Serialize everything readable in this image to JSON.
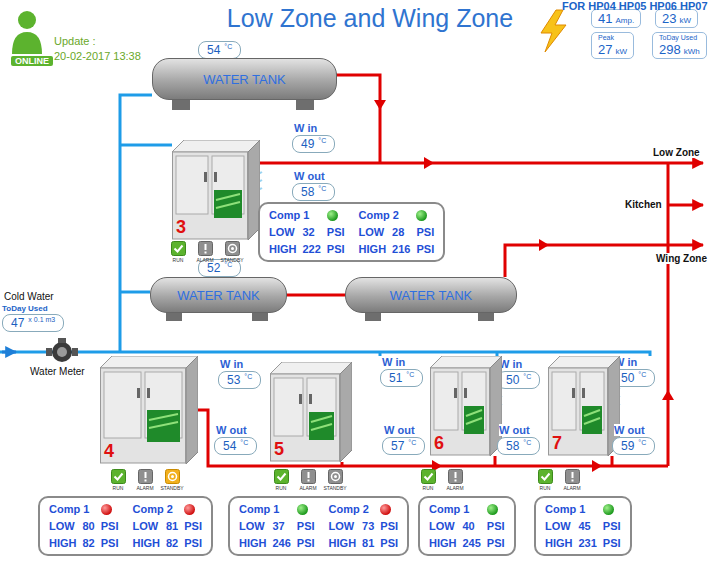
{
  "diagram": {
    "title": "Low Zone and Wing Zone",
    "nodes": [
      {
        "text": [
          "41",
          "Amp."
        ]
      },
      {
        "text": [
          "23",
          "kW"
        ]
      },
      {
        "text": [
          "Peak",
          "27",
          "kW"
        ]
      },
      {
        "text": [
          "ToDay Used",
          "298",
          "kWh"
        ]
      },
      {
        "text": [
          "54",
          "°C"
        ]
      },
      {
        "text": [
          "WATER TANK"
        ]
      },
      {
        "text": [
          "W in",
          "49",
          "°C"
        ]
      },
      {
        "text": [
          "3"
        ]
      },
      {
        "text": [
          "W out",
          "58",
          "°C"
        ]
      },
      {
        "text": [
          "Comp 1",
          "LOW",
          "32",
          "PSI",
          "HIGH",
          "222",
          "PSI",
          "Comp 2",
          "LOW",
          "28",
          "PSI",
          "HIGH",
          "216",
          "PSI"
        ]
      },
      {
        "text": [
          "52",
          "°C"
        ]
      },
      {
        "text": [
          "WATER TANK"
        ]
      },
      {
        "text": [
          "WATER TANK"
        ]
      },
      {
        "text": [
          "ToDay Used",
          "47",
          "x 0.1 m3"
        ]
      },
      {
        "text": [
          "W in",
          "53",
          "°C"
        ]
      },
      {
        "text": [
          "4"
        ]
      },
      {
        "text": [
          "W out",
          "54",
          "°C"
        ]
      },
      {
        "text": [
          "W in",
          "51",
          "°C"
        ]
      },
      {
        "text": [
          "5"
        ]
      },
      {
        "text": [
          "W out",
          "57",
          "°C"
        ]
      },
      {
        "text": [
          "W in",
          "50",
          "°C"
        ]
      },
      {
        "text": [
          "6"
        ]
      },
      {
        "text": [
          "W out",
          "58",
          "°C"
        ]
      },
      {
        "text": [
          "W in",
          "50",
          "°C"
        ]
      },
      {
        "text": [
          "7"
        ]
      },
      {
        "text": [
          "W out",
          "59",
          "°C"
        ]
      },
      {
        "text": [
          "Comp 1",
          "LOW",
          "80",
          "PSI",
          "HIGH",
          "82",
          "PSI",
          "Comp 2",
          "LOW",
          "81",
          "PSI",
          "HIGH",
          "82",
          "PSI"
        ]
      },
      {
        "text": [
          "Comp 1",
          "LOW",
          "37",
          "PSI",
          "HIGH",
          "246",
          "PSI",
          "Comp 2",
          "LOW",
          "73",
          "PSI",
          "HIGH",
          "81",
          "PSI"
        ]
      },
      {
        "text": [
          "Comp 1",
          "LOW",
          "40",
          "PSI",
          "HIGH",
          "245",
          "PSI"
        ]
      },
      {
        "text": [
          "Comp 1",
          "LOW",
          "45",
          "PSI",
          "HIGH",
          "231",
          "PSI"
        ]
      }
    ],
    "edges": [
      {
        "from": 11,
        "to": 12,
        "arrow": "none"
      }
    ],
    "labels": [
      "ONLINE",
      "Update :",
      "20-02-2017 13:38",
      "FOR HP04 HP05 HP06 HP07",
      "RUN",
      "ALARM",
      "STANDBY",
      "Low Zone",
      "Kitchen",
      "Wing Zone",
      "Cold Water",
      "Water Meter",
      "RUN",
      "ALARM",
      "STANDBY",
      "RUN",
      "ALARM",
      "STANDBY",
      "RUN",
      "ALARM",
      "RUN",
      "ALARM"
    ]
  }
}
